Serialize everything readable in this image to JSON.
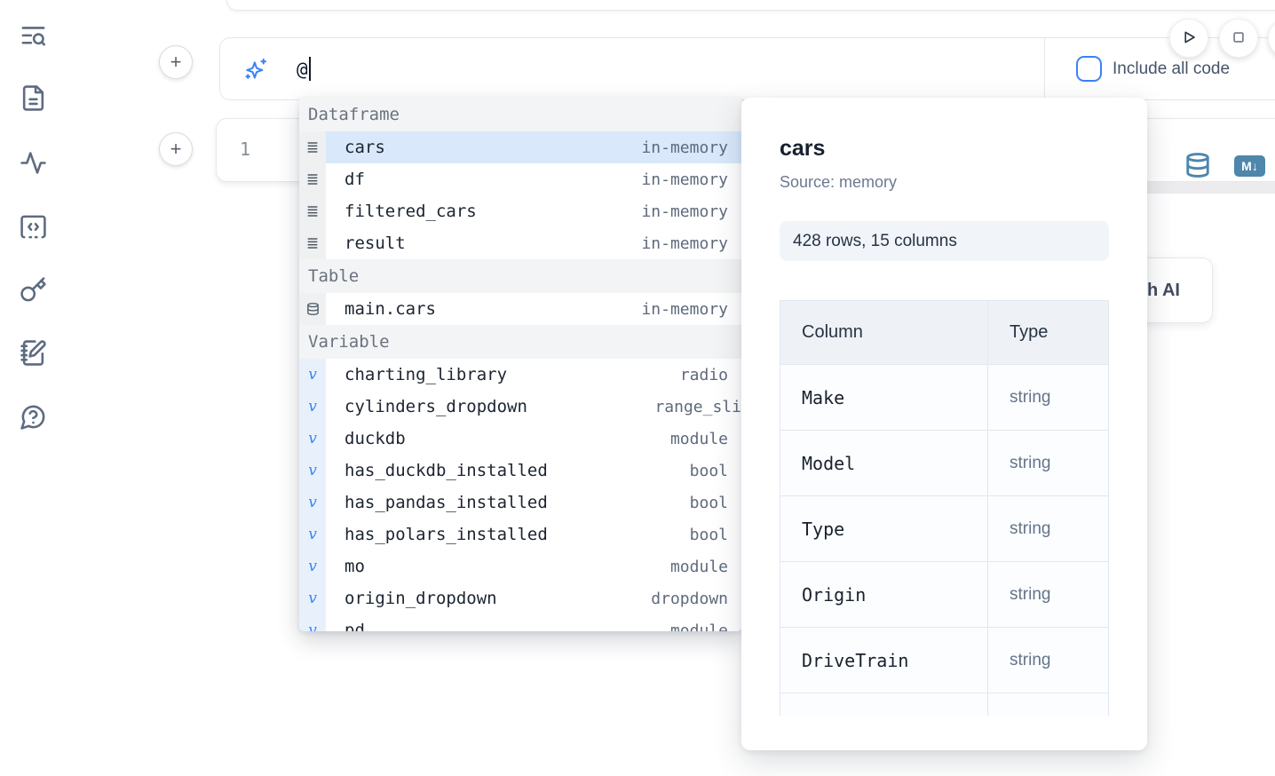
{
  "colors": {
    "accent_blue": "#3b82f6",
    "steel_blue": "#4e86ac",
    "selected_row_bg": "#d9e9fb"
  },
  "sidebar": {
    "items": [
      {
        "icon": "list-search-icon"
      },
      {
        "icon": "file-text-icon"
      },
      {
        "icon": "activity-icon"
      },
      {
        "icon": "code-snippet-icon"
      },
      {
        "icon": "key-icon"
      },
      {
        "icon": "notebook-pen-icon"
      },
      {
        "icon": "help-chat-icon"
      }
    ]
  },
  "add_buttons": {
    "label": "+"
  },
  "ai_prompt": {
    "value": "@",
    "include_all_code_label": "Include all code"
  },
  "run_controls": {
    "play": "play-icon",
    "stop": "stop-icon"
  },
  "code_cell": {
    "line_number": "1",
    "markdown_badge": "M↓"
  },
  "generate_button": {
    "label": "Generate with AI"
  },
  "autocomplete": {
    "sections": [
      {
        "label": "Dataframe",
        "items": [
          {
            "name": "cars",
            "type": "in-memory"
          },
          {
            "name": "df",
            "type": "in-memory"
          },
          {
            "name": "filtered_cars",
            "type": "in-memory"
          },
          {
            "name": "result",
            "type": "in-memory"
          }
        ]
      },
      {
        "label": "Table",
        "items": [
          {
            "name": "main.cars",
            "type": "in-memory"
          }
        ]
      },
      {
        "label": "Variable",
        "items": [
          {
            "name": "charting_library",
            "type": "radio"
          },
          {
            "name": "cylinders_dropdown",
            "type": "range_sli"
          },
          {
            "name": "duckdb",
            "type": "module"
          },
          {
            "name": "has_duckdb_installed",
            "type": "bool"
          },
          {
            "name": "has_pandas_installed",
            "type": "bool"
          },
          {
            "name": "has_polars_installed",
            "type": "bool"
          },
          {
            "name": "mo",
            "type": "module"
          },
          {
            "name": "origin_dropdown",
            "type": "dropdown"
          },
          {
            "name": "pd",
            "type": "module"
          }
        ]
      }
    ],
    "variable_glyph": "v"
  },
  "preview": {
    "title": "cars",
    "source": "Source: memory",
    "shape": "428 rows, 15 columns",
    "table": {
      "headers": [
        "Column",
        "Type"
      ],
      "rows": [
        {
          "column": "Make",
          "type": "string"
        },
        {
          "column": "Model",
          "type": "string"
        },
        {
          "column": "Type",
          "type": "string"
        },
        {
          "column": "Origin",
          "type": "string"
        },
        {
          "column": "DriveTrain",
          "type": "string"
        }
      ]
    }
  }
}
